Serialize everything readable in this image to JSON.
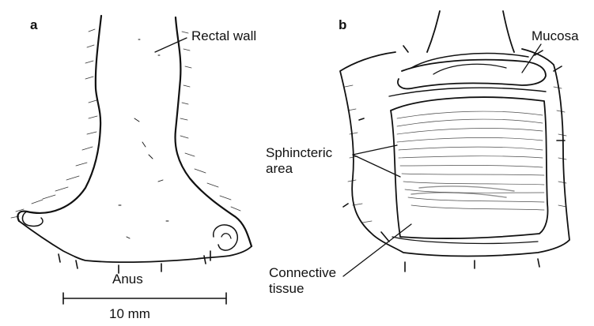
{
  "panels": {
    "a": {
      "letter": "a",
      "labels": {
        "rectal_wall": "Rectal wall",
        "anus": "Anus"
      },
      "scale_bar": {
        "label": "10 mm"
      }
    },
    "b": {
      "letter": "b",
      "labels": {
        "mucosa": "Mucosa",
        "sphincteric_line1": "Sphincteric",
        "sphincteric_line2": "area",
        "connective_line1": "Connective",
        "connective_line2": "tissue"
      }
    }
  },
  "colors": {
    "ink": "#111111",
    "background": "#ffffff"
  }
}
